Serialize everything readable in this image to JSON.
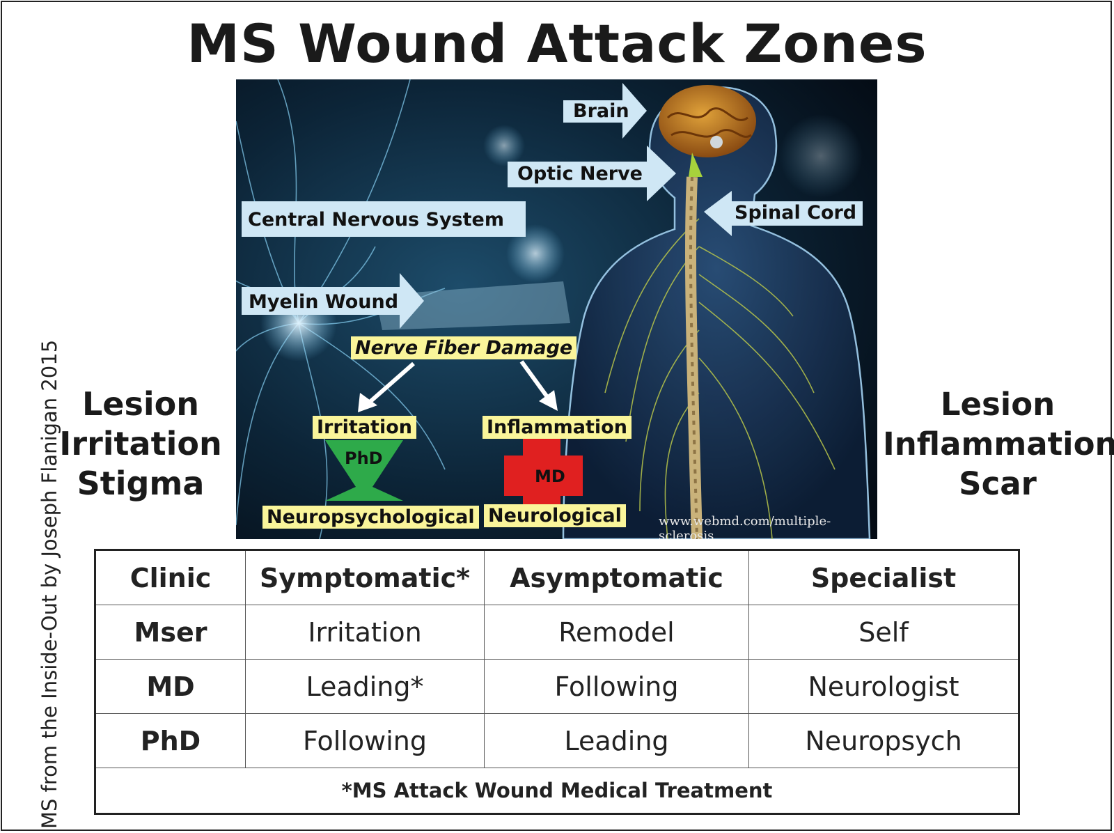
{
  "title": "MS Wound Attack Zones",
  "credit": "MS from the Inside-Out by Joseph Flanigan 2015",
  "left_side": [
    "Lesion",
    "Irritation",
    "Stigma"
  ],
  "right_side": [
    "Lesion",
    "Inflammation",
    "Scar"
  ],
  "picture": {
    "labels": {
      "brain": "Brain",
      "optic_nerve": "Optic Nerve",
      "spinal_cord": "Spinal Cord",
      "cns": "Central Nervous System",
      "myelin": "Myelin Wound",
      "nerve_fiber": "Nerve Fiber Damage",
      "irritation": "Irritation",
      "inflammation": "Inflammation",
      "neuropsych": "Neuropsychological",
      "neurological": "Neurological",
      "phd_mark": "PhD",
      "md_mark": "MD"
    },
    "url": "www.webmd.com/multiple-sclerosis"
  },
  "table": {
    "header": [
      "Clinic",
      "Symptomatic*",
      "Asymptomatic",
      "Specialist"
    ],
    "rows": [
      [
        "Mser",
        "Irritation",
        "Remodel",
        "Self"
      ],
      [
        "MD",
        "Leading*",
        "Following",
        "Neurologist"
      ],
      [
        "PhD",
        "Following",
        "Leading",
        "Neuropsych"
      ]
    ],
    "footnote": "*MS Attack Wound Medical Treatment"
  },
  "colors": {
    "label_arrow": "#cfe7f5",
    "label_box": "#faf59a",
    "phd_shape": "#2eaa4a",
    "md_shape": "#e02020"
  }
}
